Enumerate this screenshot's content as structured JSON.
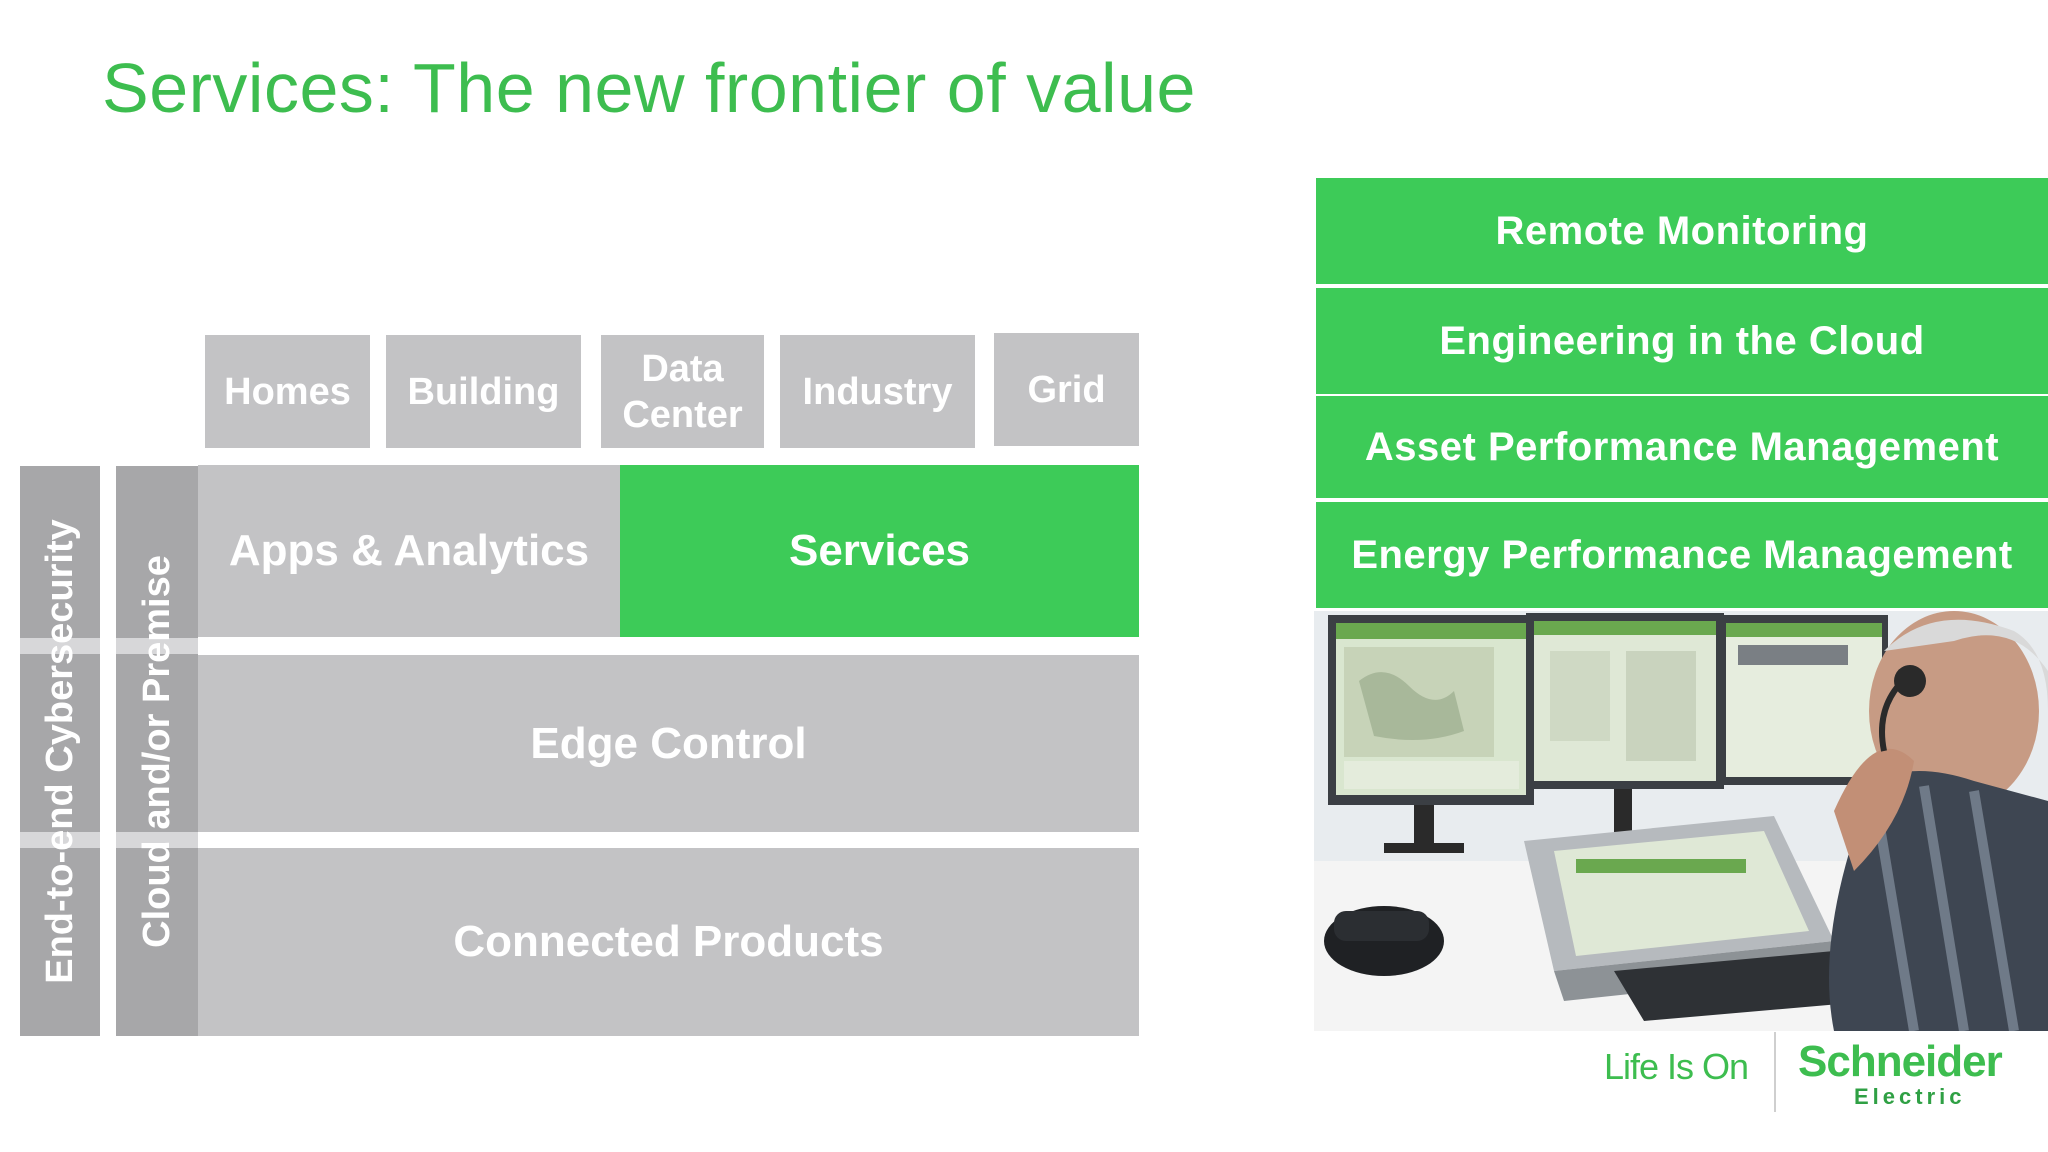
{
  "title": "Services: The new frontier of value",
  "tiles": [
    "Homes",
    "Building",
    "Data Center",
    "Industry",
    "Grid"
  ],
  "layers": {
    "apps": "Apps & Analytics",
    "services": "Services",
    "edge": "Edge Control",
    "products": "Connected Products"
  },
  "verticals": {
    "cybersecurity": "End-to-end Cybersecurity",
    "cloud": "Cloud and/or Premise"
  },
  "service_list": [
    "Remote Monitoring",
    "Engineering in the Cloud",
    "Asset Performance Management",
    "Energy Performance Management"
  ],
  "footer": {
    "tagline": "Life Is On",
    "brand_name": "Schneider",
    "brand_sub": "Electric"
  },
  "colors": {
    "accent_green": "#3dcb58",
    "title_green": "#3dbd4f",
    "gray_block": "#c3c3c5",
    "dark_gray": "#a7a7a9"
  }
}
